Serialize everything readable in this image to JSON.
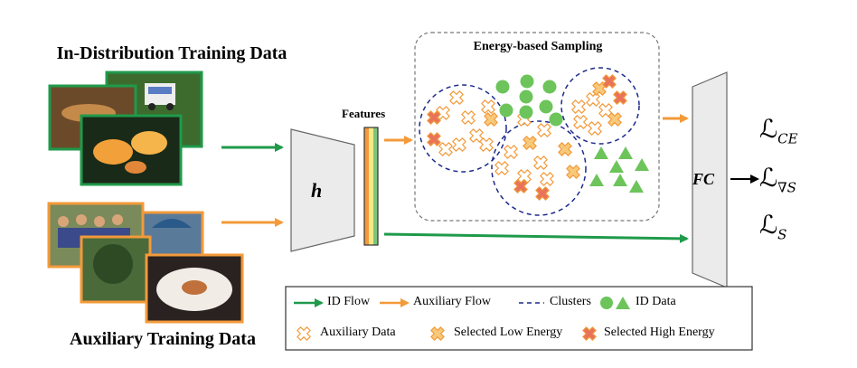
{
  "labels": {
    "in_distribution": "In-Distribution Training Data",
    "auxiliary": "Auxiliary Training Data",
    "features": "Features",
    "sampling": "Energy-based Sampling",
    "h": "h",
    "fc": "FC"
  },
  "losses": {
    "ce_sub": "CE",
    "grad_sub": "∇S",
    "s_sub": "S"
  },
  "legend": {
    "id_flow": "ID Flow",
    "aux_flow": "Auxiliary Flow",
    "clusters": "Clusters",
    "id_data": "ID Data",
    "aux_data": "Auxiliary Data",
    "low_energy": "Selected Low Energy",
    "high_energy": "Selected High Energy"
  },
  "colors": {
    "id_green": "#1f9a4a",
    "aux_orange": "#f39a3a",
    "cluster_blue": "#1c2a8c",
    "point_green": "#6cc45a",
    "high_red": "#e8735a"
  }
}
